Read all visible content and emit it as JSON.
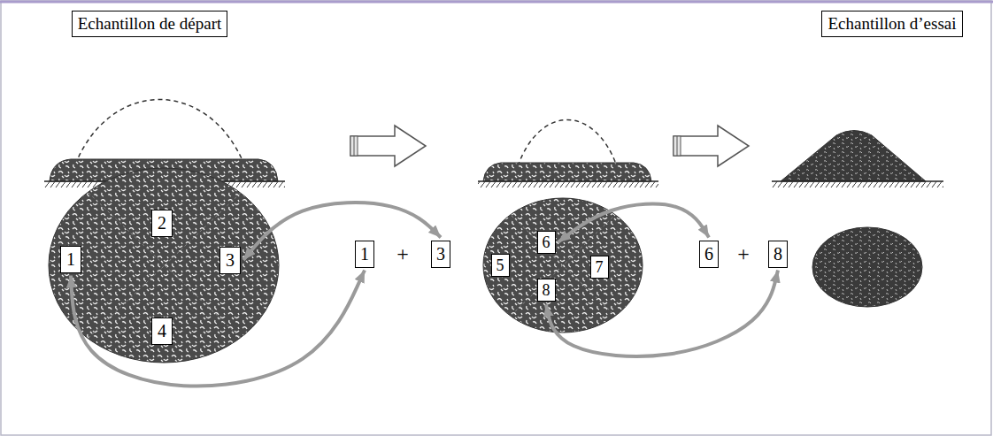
{
  "diagram": {
    "nodes": [
      {
        "text": [
          "Echantillon de départ"
        ]
      },
      {
        "text": [
          "Echantillon d’essai"
        ]
      },
      {
        "text": [
          "1"
        ]
      },
      {
        "text": [
          "2"
        ]
      },
      {
        "text": [
          "3"
        ]
      },
      {
        "text": [
          "4"
        ]
      },
      {
        "text": [
          "1"
        ]
      },
      {
        "text": [
          "3"
        ]
      },
      {
        "text": [
          "5"
        ]
      },
      {
        "text": [
          "6"
        ]
      },
      {
        "text": [
          "7"
        ]
      },
      {
        "text": [
          "8"
        ]
      },
      {
        "text": [
          "6"
        ]
      },
      {
        "text": [
          "8"
        ]
      }
    ],
    "edges": [
      {
        "from": 4,
        "to": 7,
        "arrow": "both"
      },
      {
        "from": 2,
        "to": 6,
        "arrow": "both"
      },
      {
        "from": 9,
        "to": 12,
        "arrow": "both"
      },
      {
        "from": 11,
        "to": 13,
        "arrow": "both"
      }
    ],
    "labels": [
      "+",
      "+"
    ]
  }
}
